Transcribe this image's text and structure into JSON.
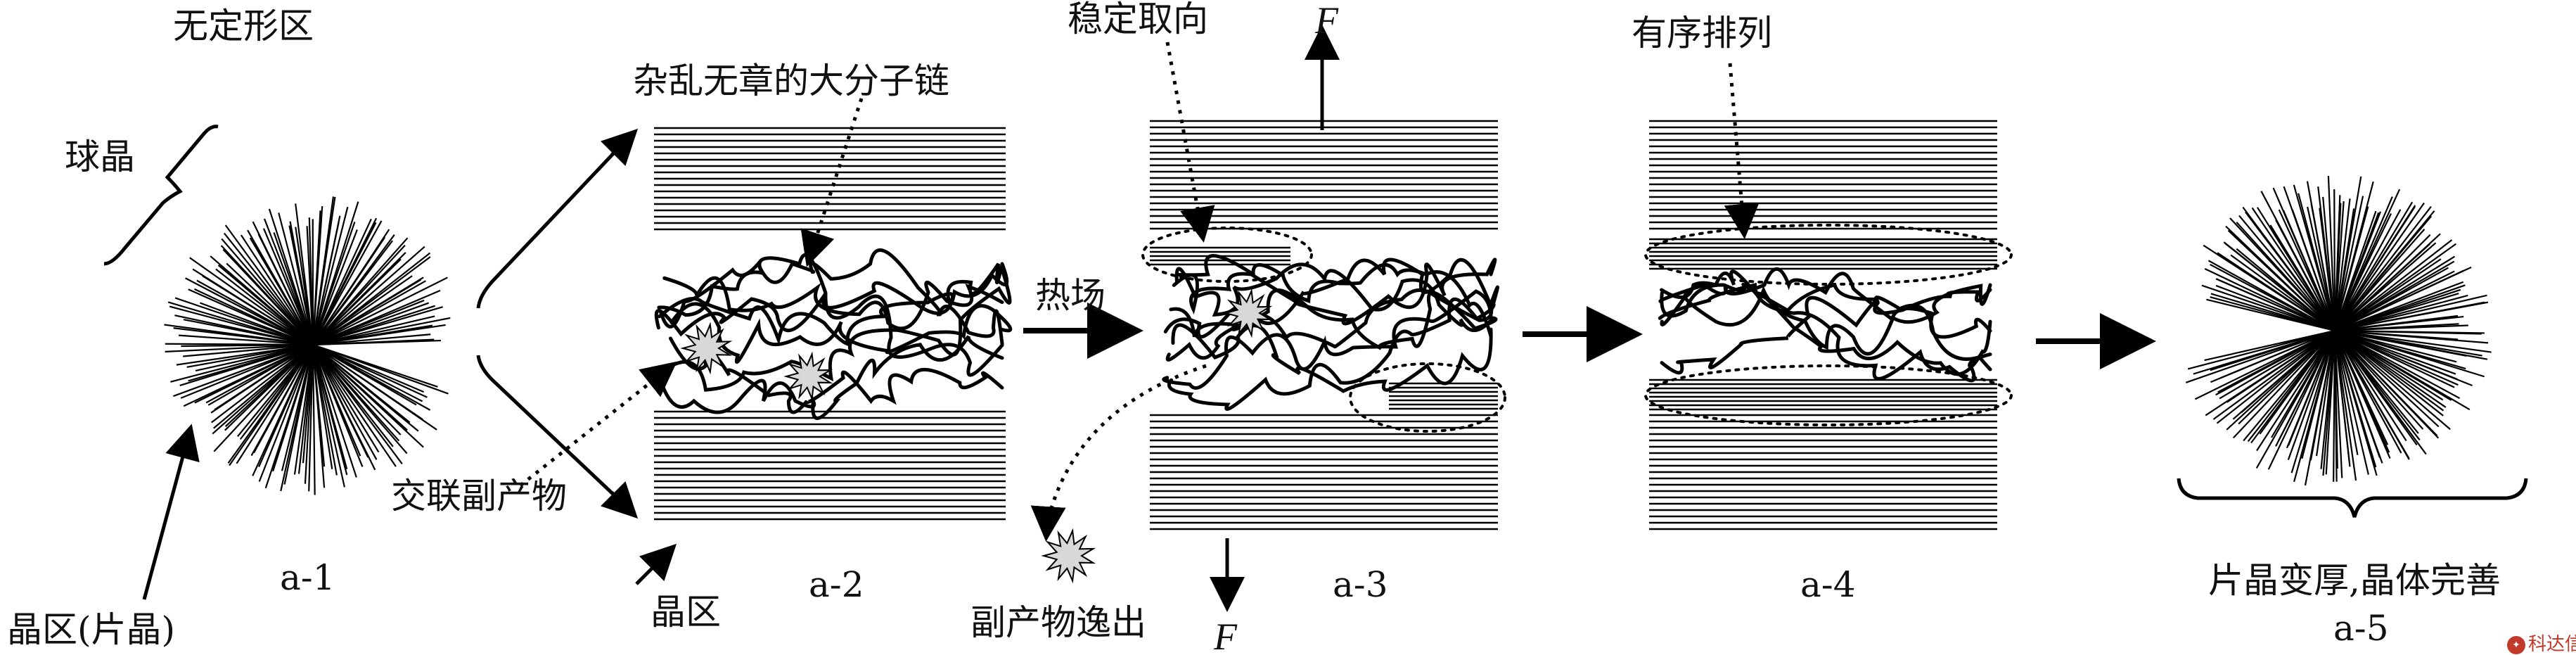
{
  "labels": {
    "amorphous": "无定形区",
    "spherulite": "球晶",
    "crystal_lamella": "晶区(片晶)",
    "a1": "a-1",
    "random_chains": "杂乱无章的大分子链",
    "crosslink_byproduct": "交联副产物",
    "crystal_region": "晶区",
    "a2": "a-2",
    "heat_field": "热场",
    "stable_orientation": "稳定取向",
    "force_top": "F",
    "force_bottom": "F",
    "byproduct_escape": "副产物逸出",
    "a3": "a-3",
    "ordered": "有序排列",
    "a4": "a-4",
    "thickening": "片晶变厚,晶体完善",
    "a5": "a-5"
  },
  "watermark": "科达信",
  "colors": {
    "ink": "#000000",
    "burst": "#d8d8d8"
  }
}
